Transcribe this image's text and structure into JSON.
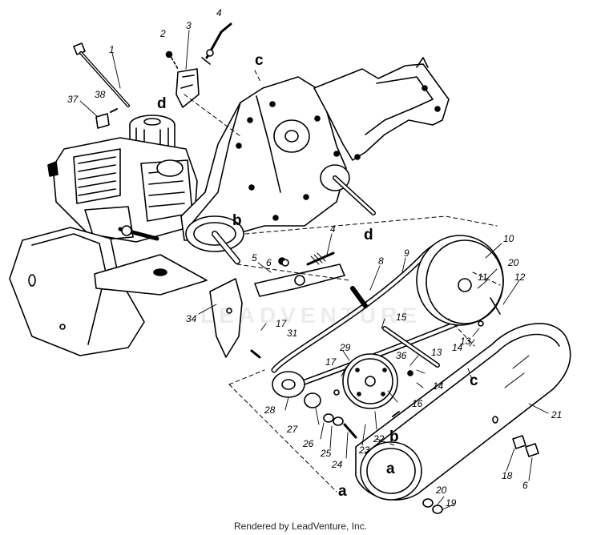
{
  "diagram": {
    "part_numbers": [
      {
        "id": "p1",
        "text": "1"
      },
      {
        "id": "p2",
        "text": "2"
      },
      {
        "id": "p3",
        "text": "3"
      },
      {
        "id": "p4a",
        "text": "4"
      },
      {
        "id": "p37",
        "text": "37"
      },
      {
        "id": "p38",
        "text": "38"
      },
      {
        "id": "p4b",
        "text": "4"
      },
      {
        "id": "p5",
        "text": "5"
      },
      {
        "id": "p6a",
        "text": "6"
      },
      {
        "id": "p8",
        "text": "8"
      },
      {
        "id": "p9",
        "text": "9"
      },
      {
        "id": "p10",
        "text": "10"
      },
      {
        "id": "p11",
        "text": "11"
      },
      {
        "id": "p20a",
        "text": "20"
      },
      {
        "id": "p12",
        "text": "12"
      },
      {
        "id": "p34",
        "text": "34"
      },
      {
        "id": "p17a",
        "text": "17"
      },
      {
        "id": "p31",
        "text": "31"
      },
      {
        "id": "p15",
        "text": "15"
      },
      {
        "id": "p13a",
        "text": "13"
      },
      {
        "id": "p14a",
        "text": "14"
      },
      {
        "id": "p36",
        "text": "36"
      },
      {
        "id": "p13b",
        "text": "13"
      },
      {
        "id": "p29",
        "text": "29"
      },
      {
        "id": "p17b",
        "text": "17"
      },
      {
        "id": "p14b",
        "text": "14"
      },
      {
        "id": "p16",
        "text": "16"
      },
      {
        "id": "p28",
        "text": "28"
      },
      {
        "id": "p27",
        "text": "27"
      },
      {
        "id": "p22",
        "text": "22"
      },
      {
        "id": "p23",
        "text": "23"
      },
      {
        "id": "p26",
        "text": "26"
      },
      {
        "id": "p25",
        "text": "25"
      },
      {
        "id": "p24",
        "text": "24"
      },
      {
        "id": "p21",
        "text": "21"
      },
      {
        "id": "p18",
        "text": "18"
      },
      {
        "id": "p6b",
        "text": "6"
      },
      {
        "id": "p20b",
        "text": "20"
      },
      {
        "id": "p19",
        "text": "19"
      }
    ],
    "reference_letters": [
      {
        "id": "c1",
        "text": "c"
      },
      {
        "id": "d1",
        "text": "d"
      },
      {
        "id": "b1",
        "text": "b"
      },
      {
        "id": "d2",
        "text": "d"
      },
      {
        "id": "c2",
        "text": "c"
      },
      {
        "id": "b2",
        "text": "b"
      },
      {
        "id": "a1",
        "text": "a"
      },
      {
        "id": "a2",
        "text": "a"
      }
    ],
    "watermark": "LEADVENTURE",
    "credit": "Rendered by LeadVenture, Inc."
  }
}
